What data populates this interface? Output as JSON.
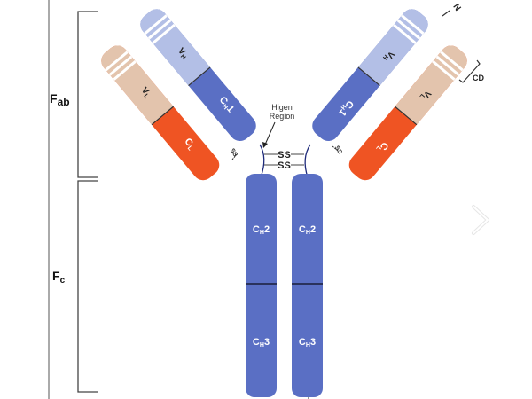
{
  "diagram": {
    "title": "Antibody (Immunoglobulin) Structure",
    "regions": {
      "fab": {
        "label_main": "F",
        "label_sub": "ab"
      },
      "fc": {
        "label_main": "F",
        "label_sub": "c"
      }
    },
    "domains": {
      "vh": {
        "main": "V",
        "sub": "H"
      },
      "vl": {
        "main": "V",
        "sub": "L"
      },
      "ch1": {
        "main": "C",
        "sub": "H",
        "suffix": "1"
      },
      "cl": {
        "main": "C",
        "sub": "L"
      },
      "ch2": {
        "main": "C",
        "sub": "H",
        "suffix": "2"
      },
      "ch3": {
        "main": "C",
        "sub": "H",
        "suffix": "3"
      }
    },
    "annotations": {
      "hinge_line1": "Higen",
      "hinge_line2": "Region",
      "disulfide": "SS",
      "disulfide_small": "SS",
      "n_terminus": "N",
      "cdr": "CD"
    },
    "colors": {
      "heavy_constant": "#5a6fc4",
      "heavy_variable": "#b3bfe6",
      "light_constant": "#ef5423",
      "light_variable": "#e3c4ad",
      "line": "#333333",
      "hinge": "#1e2a7a"
    }
  },
  "navigation": {
    "next_icon": "chevron-right-icon"
  }
}
